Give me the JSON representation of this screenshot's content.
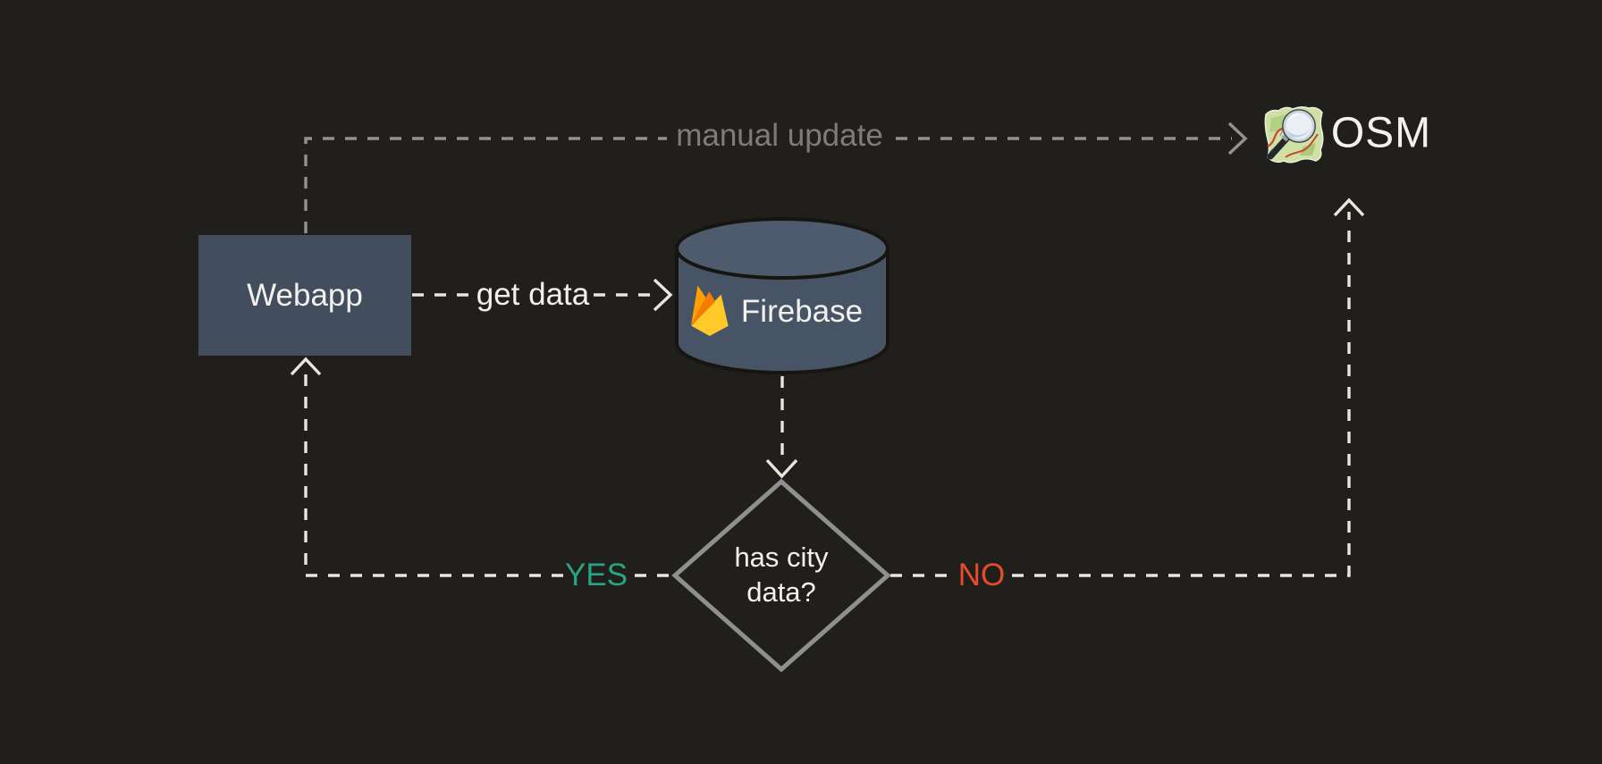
{
  "diagram": {
    "nodes": {
      "webapp": {
        "label": "Webapp",
        "shape": "rectangle"
      },
      "firebase": {
        "label": "Firebase",
        "shape": "cylinder",
        "icon": "firebase-flame-icon"
      },
      "osm": {
        "label": "OSM",
        "icon": "openstreetmap-icon"
      },
      "decision": {
        "line1": "has city",
        "line2": "data?",
        "shape": "diamond"
      }
    },
    "edges": {
      "manual_update": {
        "label": "manual update",
        "from": "Webapp",
        "to": "OSM",
        "style": "dashed"
      },
      "get_data": {
        "label": "get data",
        "from": "Webapp",
        "to": "Firebase",
        "style": "dashed"
      },
      "firebase_to_decision": {
        "label": "",
        "from": "Firebase",
        "to": "has city data?",
        "style": "dashed"
      },
      "yes_branch": {
        "label": "YES",
        "from": "has city data?",
        "to": "Webapp",
        "style": "dashed"
      },
      "no_branch": {
        "label": "NO",
        "from": "has city data?",
        "to": "OSM",
        "style": "dashed"
      }
    },
    "colors": {
      "background": "#211f1b",
      "webapp_fill": "#424e5e",
      "cylinder_fill": "#475466",
      "cylinder_top_fill": "#4e5b6e",
      "cylinder_outline": "#17150f",
      "diamond_stroke": "#8f8f8f",
      "dash_light": "#e9e6e0",
      "dash_gray": "#95928c",
      "gray_label": "#7f7c77",
      "text": "#f3f1ed",
      "yes_label": "#28a385",
      "no_label": "#e74b2c",
      "firebase_amber": "#ffa000",
      "firebase_orange": "#f57c00",
      "firebase_yellow": "#ffca28"
    }
  }
}
